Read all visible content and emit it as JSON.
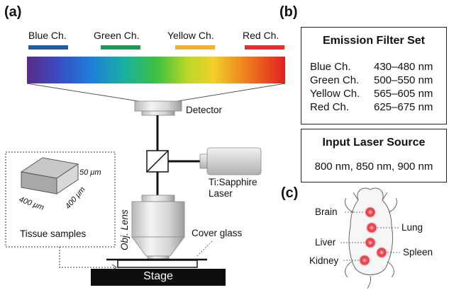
{
  "panels": {
    "a": "(a)",
    "b": "(b)",
    "c": "(c)"
  },
  "channels": [
    {
      "label": "Blue Ch.",
      "color": "#1f5fa8"
    },
    {
      "label": "Green Ch.",
      "color": "#1f9a5a"
    },
    {
      "label": "Yellow Ch.",
      "color": "#f0b030"
    },
    {
      "label": "Red Ch.",
      "color": "#e03030"
    }
  ],
  "setup": {
    "detector": "Detector",
    "laser_line1": "Ti:Sapphire",
    "laser_line2": "Laser",
    "objective": "Obj. Lens",
    "cover_glass": "Cover glass",
    "stage": "Stage",
    "tissue_title": "Tissue samples",
    "dim_height": "50 μm",
    "dim_width": "400 μm",
    "dim_depth": "400 μm"
  },
  "emission": {
    "title": "Emission Filter Set",
    "rows": [
      {
        "name": "Blue Ch.",
        "range": "430–480 nm"
      },
      {
        "name": "Green Ch.",
        "range": "500–550 nm"
      },
      {
        "name": "Yellow Ch.",
        "range": "565–605 nm"
      },
      {
        "name": "Red Ch.",
        "range": "625–675 nm"
      }
    ]
  },
  "laser_source": {
    "title": "Input Laser Source",
    "values": "800 nm, 850 nm, 900 nm"
  },
  "mouse": {
    "organs": [
      "Brain",
      "Lung",
      "Liver",
      "Kidney",
      "Spleen"
    ],
    "organ_color": "#e8323a"
  }
}
